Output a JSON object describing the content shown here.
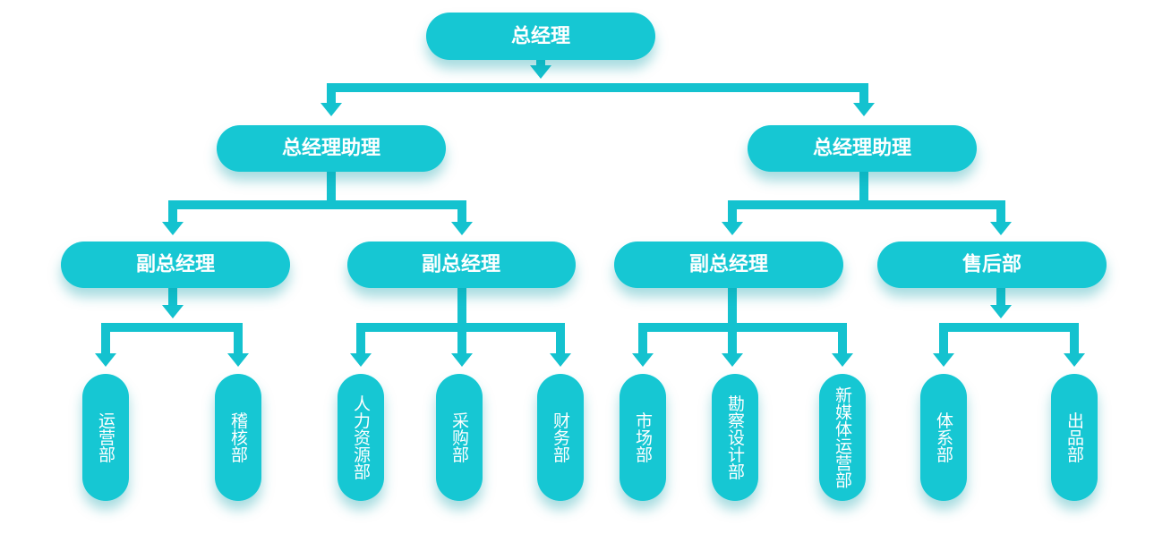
{
  "colors": {
    "primary": "#13c7d3",
    "connector": "#14c2cf",
    "text": "#ffffff"
  },
  "org_chart": {
    "root": "总经理",
    "assistants": [
      {
        "label": "总经理助理",
        "children": [
          {
            "label": "副总经理",
            "departments": [
              "运营部",
              "稽核部"
            ]
          },
          {
            "label": "副总经理",
            "departments": [
              "人力资源部",
              "采购部",
              "财务部"
            ]
          }
        ]
      },
      {
        "label": "总经理助理",
        "children": [
          {
            "label": "副总经理",
            "departments": [
              "市场部",
              "勘察设计部",
              "新媒体运营部"
            ]
          },
          {
            "label": "售后部",
            "departments": [
              "体系部",
              "出品部"
            ]
          }
        ]
      }
    ]
  }
}
